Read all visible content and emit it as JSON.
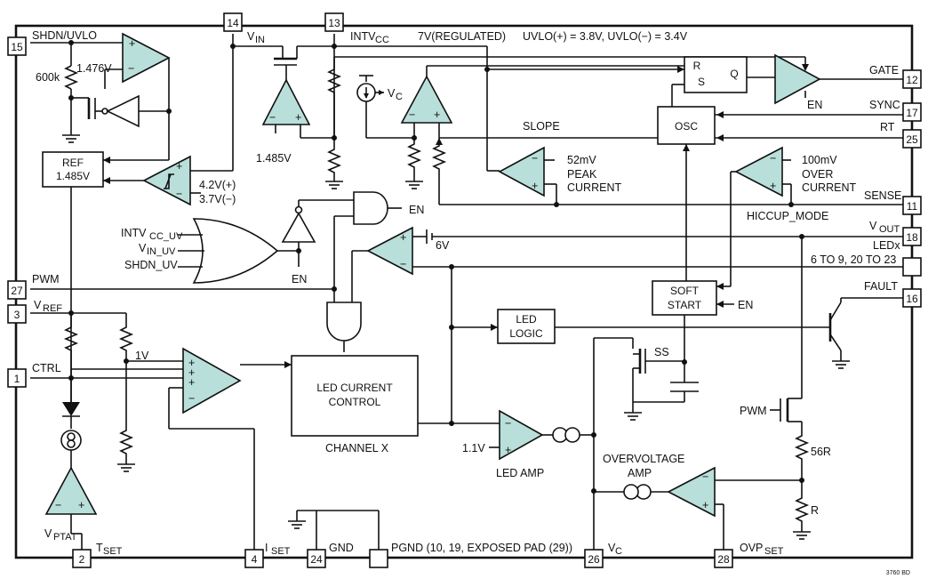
{
  "pins": [
    {
      "id": "pin-15",
      "num": "15"
    },
    {
      "id": "pin-14",
      "num": "14"
    },
    {
      "id": "pin-13",
      "num": "13"
    },
    {
      "id": "pin-12",
      "num": "12"
    },
    {
      "id": "pin-17",
      "num": "17"
    },
    {
      "id": "pin-25",
      "num": "25"
    },
    {
      "id": "pin-11",
      "num": "11"
    },
    {
      "id": "pin-18",
      "num": "18"
    },
    {
      "id": "pin-16",
      "num": "16"
    },
    {
      "id": "pin-27",
      "num": "27"
    },
    {
      "id": "pin-3",
      "num": "3"
    },
    {
      "id": "pin-1",
      "num": "1"
    },
    {
      "id": "pin-2",
      "num": "2"
    },
    {
      "id": "pin-4",
      "num": "4"
    },
    {
      "id": "pin-24",
      "num": "24"
    },
    {
      "id": "pin-26",
      "num": "26"
    },
    {
      "id": "pin-28",
      "num": "28"
    }
  ],
  "labels": {
    "shdn_uvlo": "SHDN/UVLO",
    "vin": "V",
    "vin_sub": "IN",
    "intvcc": "INTV",
    "intvcc_sub": "CC",
    "regulated": "7V(REGULATED)",
    "uvlo": "UVLO(+) = 3.8V, UVLO(−) = 3.4V",
    "r600k": "600k",
    "v1476": "1.476V",
    "v1485": "1.485V",
    "vc": "V",
    "vc_sub": "C",
    "slope": "SLOPE",
    "gate": "GATE",
    "en": "EN",
    "sync": "SYNC",
    "rt": "RT",
    "peak1": "52mV",
    "peak2": "PEAK",
    "peak3": "CURRENT",
    "over1": "100mV",
    "over2": "OVER",
    "over3": "CURRENT",
    "sense": "SENSE",
    "hiccup": "HICCUP_MODE",
    "vout": "V",
    "vout_sub": "OUT",
    "ledx": "LEDx",
    "ledx_pins": "6 TO 9, 20 TO 23",
    "v6": "6V",
    "hyst1": "4.2V(+)",
    "hyst2": "3.7V(−)",
    "fault": "FAULT",
    "intvcc_uv": "INTV",
    "intvcc_uv_sub": "CC_UV",
    "vin_uv": "V",
    "vin_uv_sub": "IN_UV",
    "shdn_uv": "SHDN_UV",
    "pwm": "PWM",
    "vref": "V",
    "vref_sub": "REF",
    "v1": "1V",
    "ctrl": "CTRL",
    "channel": "CHANNEL X",
    "v11": "1.1V",
    "ledamp": "LED AMP",
    "ss": "SS",
    "ov1": "OVERVOLTAGE",
    "ov2": "AMP",
    "r56": "56R",
    "r": "R",
    "vptat": "V",
    "vptat_sub": "PTAT",
    "tset": "T",
    "tset_sub": "SET",
    "iset": "I",
    "iset_sub": "SET",
    "gnd": "GND",
    "pgnd": "PGND (10, 19, EXPOSED PAD (29))",
    "vc2": "V",
    "vc2_sub": "C",
    "ovp": "OVP",
    "ovp_sub": "SET",
    "code": "3760 BD"
  },
  "blocks": {
    "ref1": "REF",
    "ref2": "1.485V",
    "osc": "OSC",
    "soft1": "SOFT",
    "soft2": "START",
    "led1": "LED",
    "led2": "LOGIC",
    "lcc1": "LED CURRENT",
    "lcc2": "CONTROL",
    "sr_r": "R",
    "sr_s": "S",
    "sr_q": "Q"
  }
}
